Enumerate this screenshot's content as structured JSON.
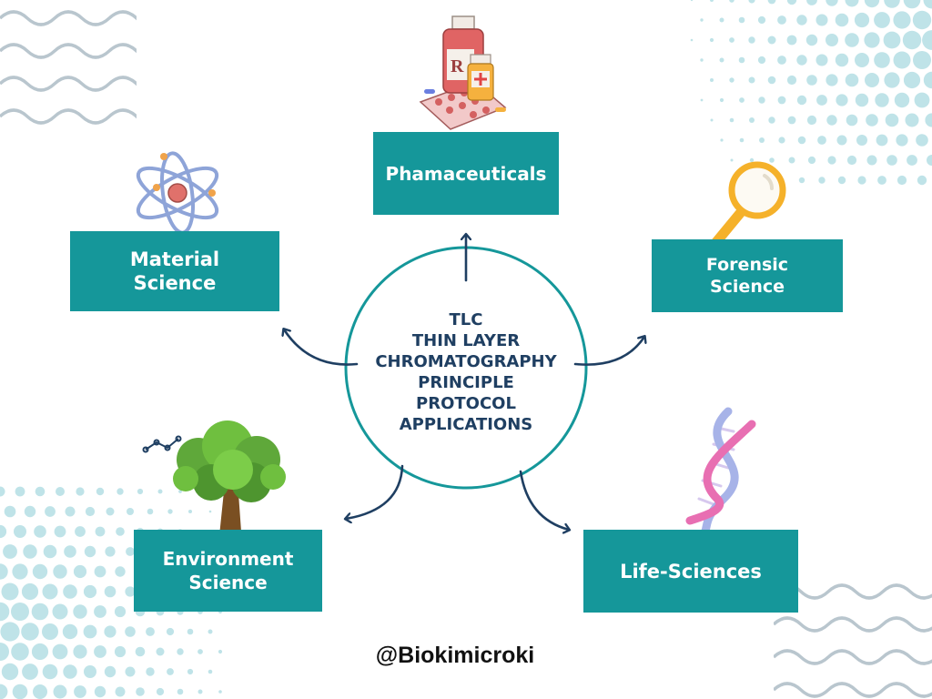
{
  "center": {
    "lines": [
      "TLC",
      "THIN LAYER",
      "CHROMATOGRAPHY",
      "PRINCIPLE",
      "PROTOCOL",
      "APPLICATIONS"
    ]
  },
  "boxes": {
    "pharma": {
      "lines": [
        "Phamaceuticals"
      ]
    },
    "material": {
      "lines": [
        "Material",
        "Science"
      ]
    },
    "forensic": {
      "lines": [
        "Forensic",
        "Science"
      ]
    },
    "environment": {
      "lines": [
        "Environment",
        "Science"
      ]
    },
    "life": {
      "lines": [
        "Life-Sciences"
      ]
    }
  },
  "icons": {
    "pharma": "medicine-bottles-icon",
    "material": "atom-icon",
    "forensic": "magnifying-glass-icon",
    "environment": "tree-icon",
    "life": "dna-icon"
  },
  "credit": "@Biokimicroki",
  "colors": {
    "box": "#15979a",
    "circle": "#15979a",
    "center_text": "#1f3f62",
    "arrow": "#1f3f62",
    "decor": "#bfe3e8"
  }
}
